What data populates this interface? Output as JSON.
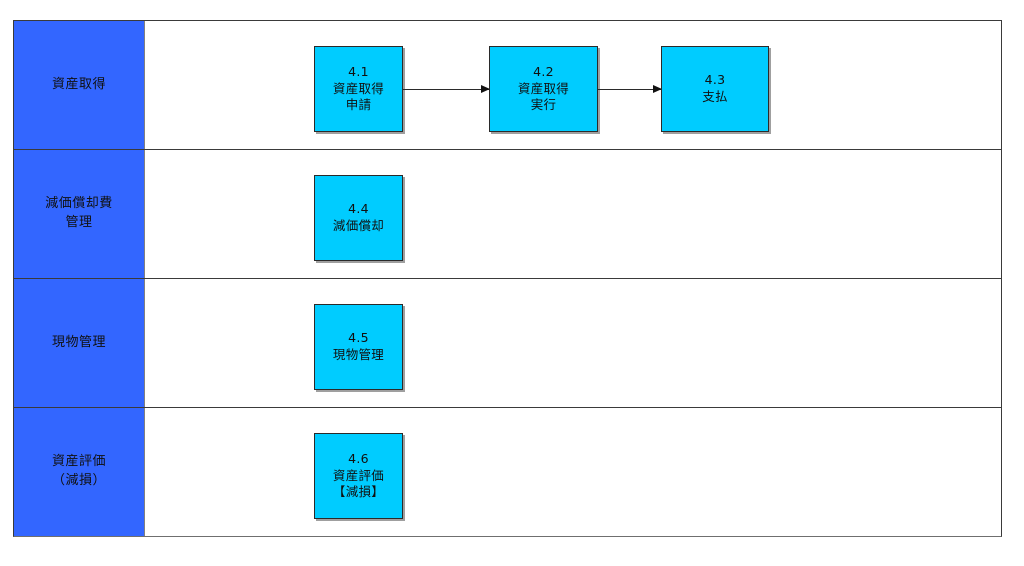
{
  "diagram": {
    "type": "swimlane-process-flow",
    "colors": {
      "lane_header_bg": "#3366ff",
      "process_box_bg": "#00ccff",
      "border": "#3a3a3a",
      "text": "#101010",
      "background": "#ffffff"
    },
    "lanes": [
      {
        "id": "lane-asset-acquisition",
        "label": "資産取得",
        "boxes": [
          {
            "id": "box-4-1",
            "number": "4.1",
            "label": "資産取得\n申請",
            "text": "4.1\n資産取得\n申請"
          },
          {
            "id": "box-4-2",
            "number": "4.2",
            "label": "資産取得\n実行",
            "text": "4.2\n資産取得\n実行"
          },
          {
            "id": "box-4-3",
            "number": "4.3",
            "label": "支払",
            "text": "4.3\n支払"
          }
        ],
        "arrows": [
          {
            "id": "arrow-4-1-to-4-2",
            "from": "box-4-1",
            "to": "box-4-2"
          },
          {
            "id": "arrow-4-2-to-4-3",
            "from": "box-4-2",
            "to": "box-4-3"
          }
        ]
      },
      {
        "id": "lane-depreciation-expense-management",
        "label": "減価償却費\n管理",
        "boxes": [
          {
            "id": "box-4-4",
            "number": "4.4",
            "label": "減価償却",
            "text": "4.4\n減価償却"
          }
        ],
        "arrows": []
      },
      {
        "id": "lane-physical-asset-management",
        "label": "現物管理",
        "boxes": [
          {
            "id": "box-4-5",
            "number": "4.5",
            "label": "現物管理",
            "text": "4.5\n現物管理"
          }
        ],
        "arrows": []
      },
      {
        "id": "lane-asset-valuation-impairment",
        "label": "資産評価\n（減損）",
        "boxes": [
          {
            "id": "box-4-6",
            "number": "4.6",
            "label": "資産評価\n【減損】",
            "text": "4.6\n資産評価\n【減損】"
          }
        ],
        "arrows": []
      }
    ]
  }
}
